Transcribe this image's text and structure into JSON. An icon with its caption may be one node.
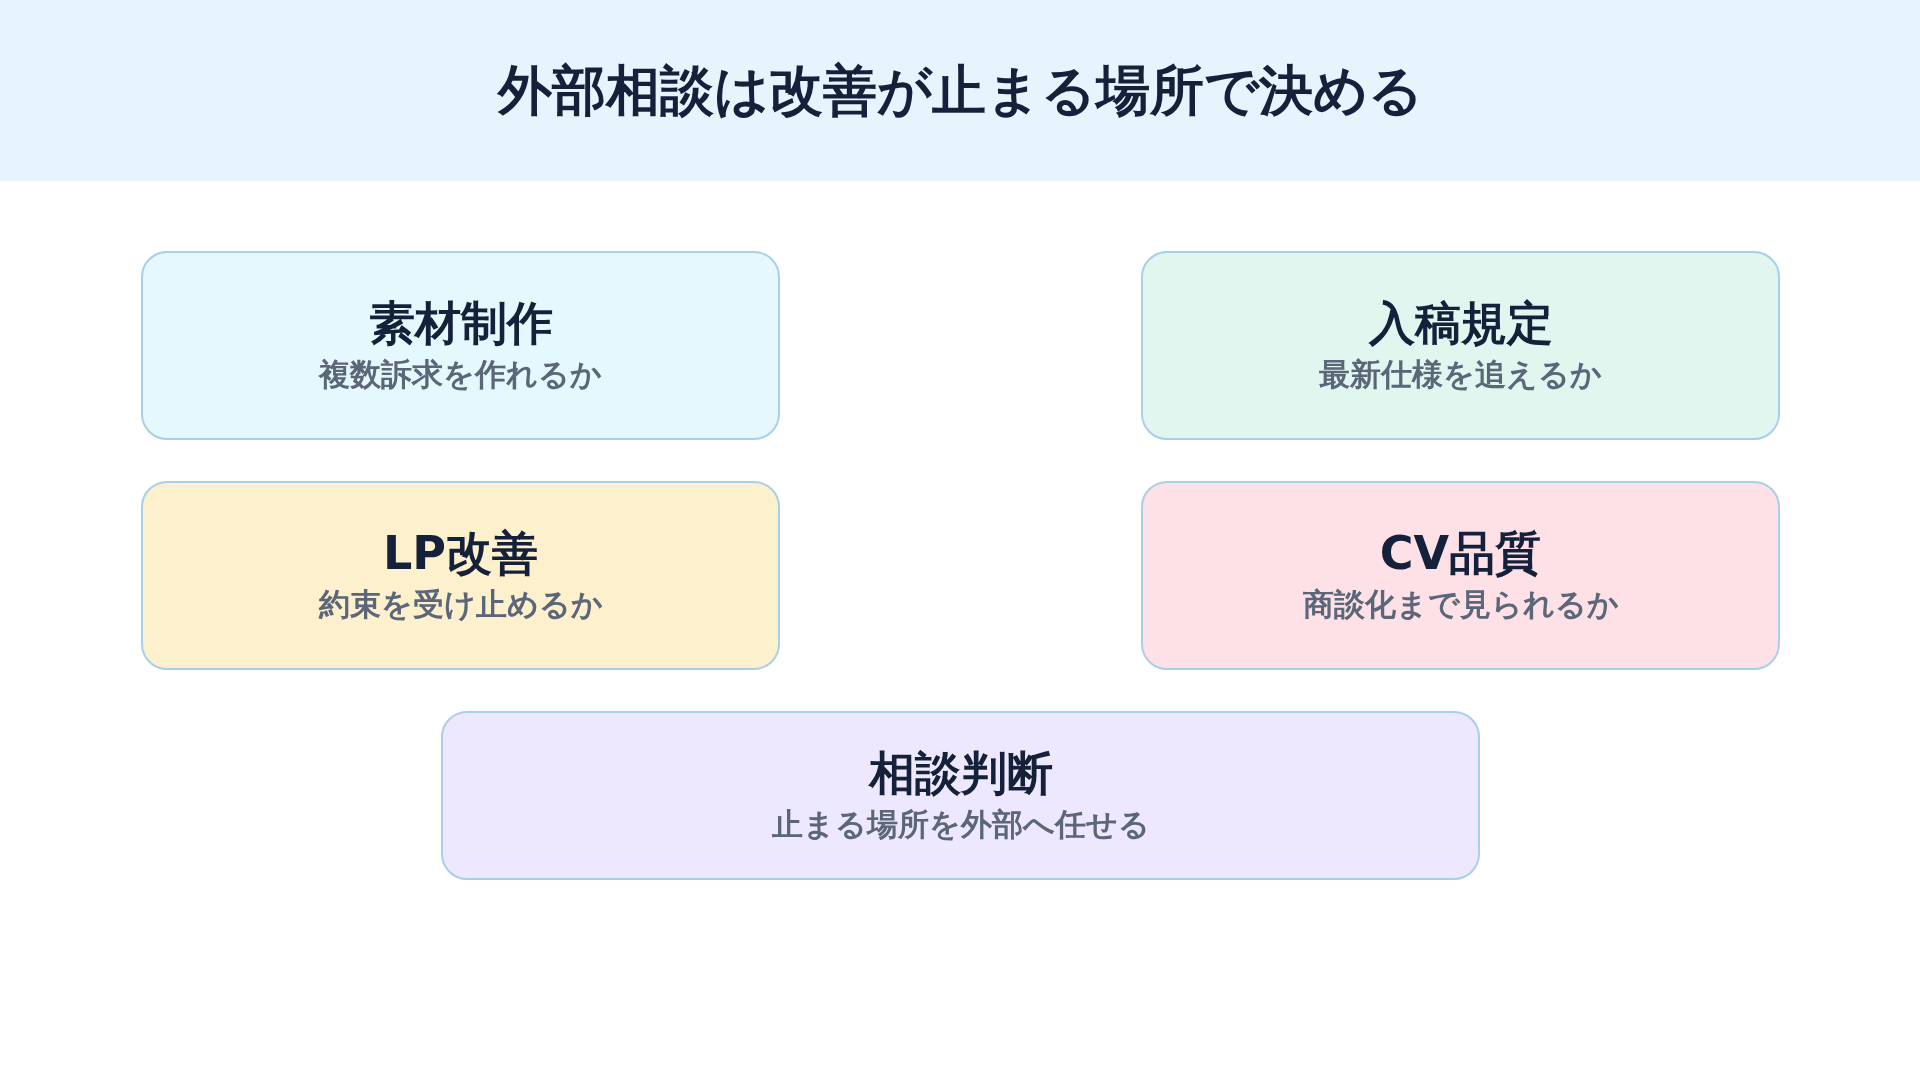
{
  "diagram": {
    "title": "外部相談は改善が止まる場所で決める",
    "nodes": [
      {
        "text": [
          "素材制作",
          "複数訴求を作れるか"
        ]
      },
      {
        "text": [
          "入稿規定",
          "最新仕様を追えるか"
        ]
      },
      {
        "text": [
          "LP改善",
          "約束を受け止めるか"
        ]
      },
      {
        "text": [
          "CV品質",
          "商談化まで見られるか"
        ]
      },
      {
        "text": [
          "相談判断",
          "止まる場所を外部へ任せる"
        ]
      }
    ]
  }
}
